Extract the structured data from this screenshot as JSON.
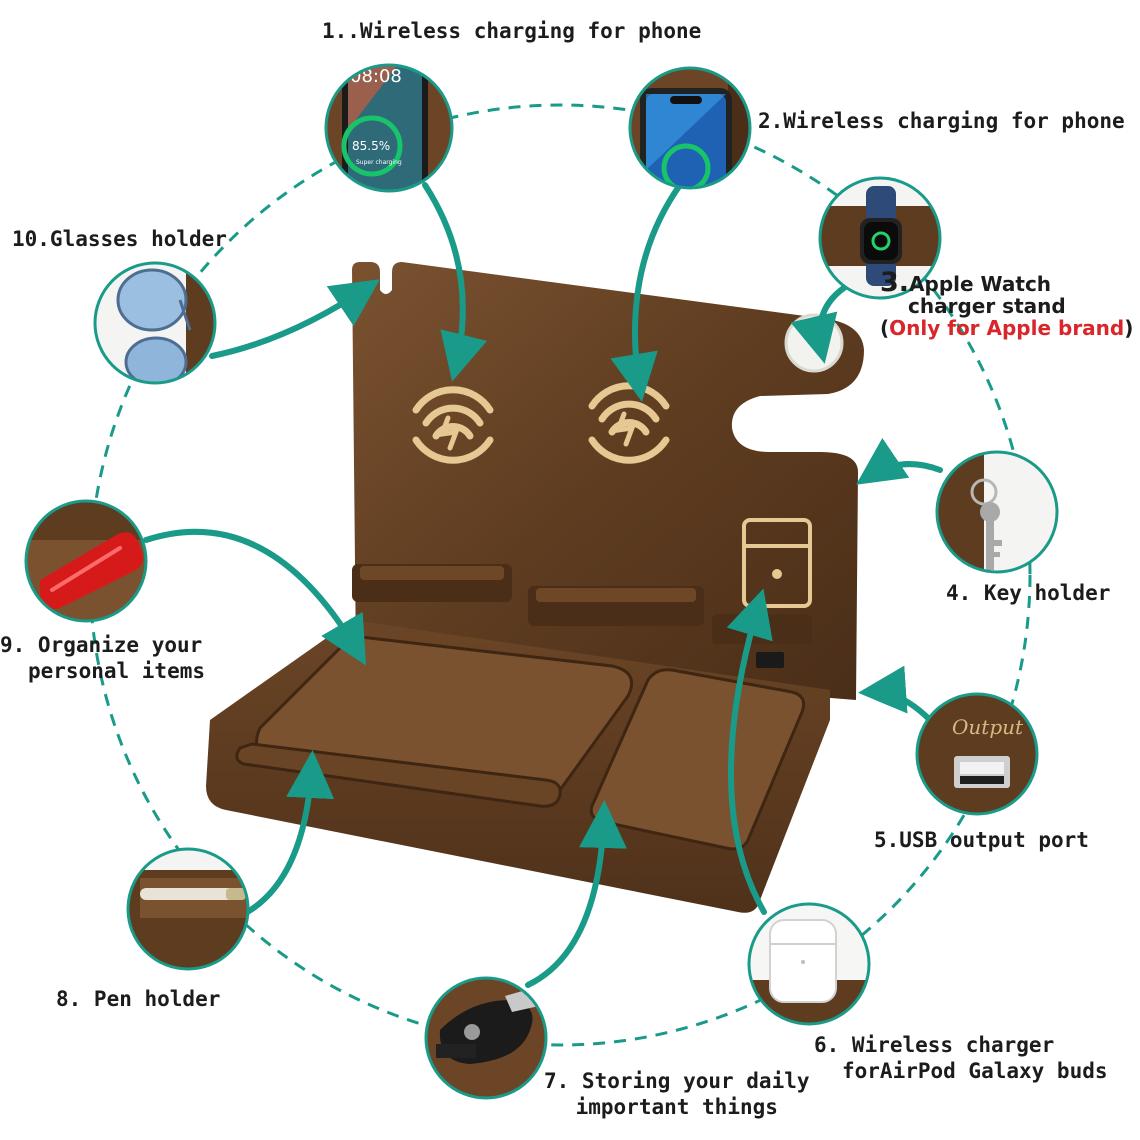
{
  "features": [
    {
      "id": "f1",
      "label": "1..Wireless charging for phone",
      "icon": "phone-wireless-charging"
    },
    {
      "id": "f2",
      "label": "2.Wireless charging for phone",
      "icon": "phone-wireless-charging"
    },
    {
      "id": "f3",
      "number": "3.",
      "label_line1": "Apple Watch",
      "label_line2": "charger stand",
      "note_open": "(",
      "note": "Only for Apple brand",
      "note_close": ")",
      "icon": "apple-watch"
    },
    {
      "id": "f4",
      "label": "4. Key holder",
      "icon": "key"
    },
    {
      "id": "f5",
      "label": "5.USB output port",
      "port_text": "Output",
      "icon": "usb-port"
    },
    {
      "id": "f6",
      "label_line1": "6. Wireless charger",
      "label_line2": "forAirPod Galaxy buds",
      "icon": "earbuds-case"
    },
    {
      "id": "f7",
      "label_line1": "7. Storing your daily",
      "label_line2": "important things",
      "icon": "car-key"
    },
    {
      "id": "f8",
      "label": "8. Pen holder",
      "icon": "pen"
    },
    {
      "id": "f9",
      "label_line1": "9. Organize your",
      "label_line2": "personal items",
      "icon": "lipstick"
    },
    {
      "id": "f10",
      "label": "10.Glasses holder",
      "icon": "glasses"
    }
  ],
  "phone_screen": {
    "time": "08:08",
    "battery": "85.5%",
    "status": "Super charging"
  },
  "colors": {
    "accent": "#1a9a88",
    "wood": "#5a3a1f",
    "wood_light": "#7a5230",
    "engraving": "#e6c893",
    "note_red": "#d8262b"
  }
}
